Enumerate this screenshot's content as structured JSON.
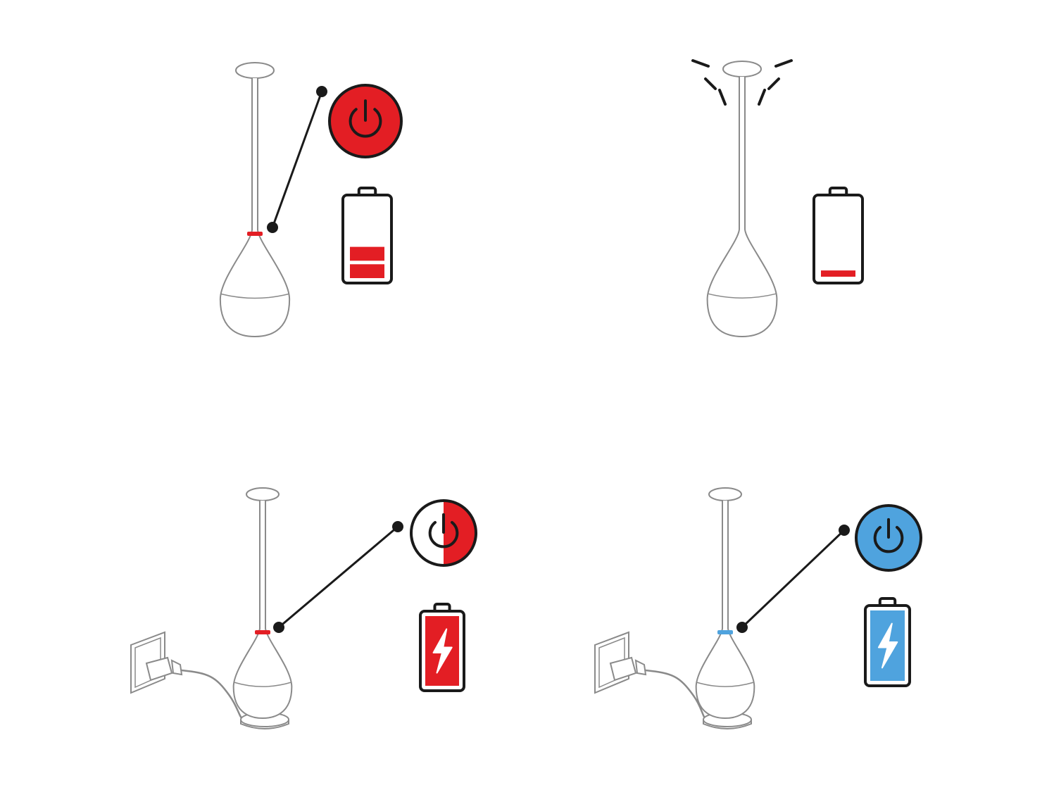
{
  "colors": {
    "background": "#ffffff",
    "outline": "#1a1a1a",
    "lamp_stroke": "#8a8a8a",
    "red": "#e31e24",
    "blue": "#4fa3de"
  },
  "panels": [
    {
      "id": "low-battery",
      "icons": [
        "lamp-icon",
        "led-indicator-icon",
        "power-button-icon",
        "battery-icon"
      ],
      "led": "red",
      "power_button": "red",
      "battery": {
        "level": 0.4,
        "bars": 2,
        "color": "red",
        "charging": false
      },
      "plugged_in": false,
      "light_rays": false
    },
    {
      "id": "battery-empty",
      "icons": [
        "lamp-icon",
        "light-rays-icon",
        "battery-icon"
      ],
      "led": "none",
      "power_button": "none",
      "battery": {
        "level": 0.08,
        "bars": 1,
        "color": "red",
        "charging": false
      },
      "plugged_in": false,
      "light_rays": true
    },
    {
      "id": "charging",
      "icons": [
        "lamp-icon",
        "wall-outlet-icon",
        "plug-icon",
        "charging-base-icon",
        "led-indicator-icon",
        "power-button-icon",
        "battery-charging-icon"
      ],
      "led": "red",
      "power_button": "half-red",
      "battery": {
        "level": 1.0,
        "color": "red",
        "charging": true
      },
      "plugged_in": true,
      "light_rays": false
    },
    {
      "id": "fully-charged",
      "icons": [
        "lamp-icon",
        "wall-outlet-icon",
        "plug-icon",
        "charging-base-icon",
        "led-indicator-icon",
        "power-button-icon",
        "battery-charging-icon"
      ],
      "led": "blue",
      "power_button": "blue",
      "battery": {
        "level": 1.0,
        "color": "blue",
        "charging": true
      },
      "plugged_in": true,
      "light_rays": false
    }
  ]
}
